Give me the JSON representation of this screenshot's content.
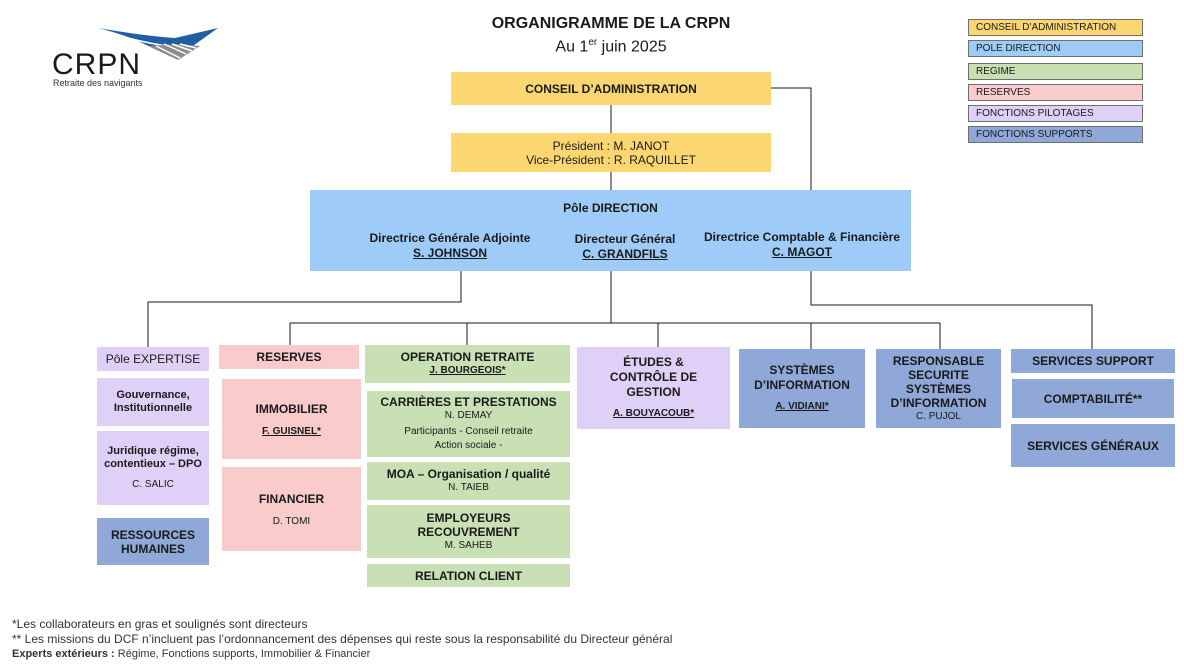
{
  "header": {
    "title": "ORGANIGRAMME DE LA CRPN",
    "date_prefix": "Au 1",
    "date_sup": "er",
    "date_suffix": " juin 2025"
  },
  "logo": {
    "text": "CRPN",
    "tagline": "Retraite des navigants",
    "colors": [
      "#1f5fa6",
      "#8c8c8c"
    ]
  },
  "legend": [
    {
      "label": "CONSEIL D'ADMINISTRATION",
      "color": "#fcd670"
    },
    {
      "label": "POLE DIRECTION",
      "color": "#9ecbf8"
    },
    {
      "label": "REGIME",
      "color": "#c8e0b4"
    },
    {
      "label": "RESERVES",
      "color": "#f9cbcb"
    },
    {
      "label": "FONCTIONS PILOTAGES",
      "color": "#dfd0f7"
    },
    {
      "label": "FONCTIONS SUPPORTS",
      "color": "#8fa8d8"
    }
  ],
  "board": {
    "title": "CONSEIL D’ADMINISTRATION",
    "president": "Président : M. JANOT",
    "vice_president": "Vice-Président : R. RAQUILLET"
  },
  "direction": {
    "title": "Pôle DIRECTION",
    "left_role": "Directrice Générale Adjointe",
    "left_name": "S. JOHNSON",
    "center_role": "Directeur Général",
    "center_name": "C. GRANDFILS",
    "right_role": "Directrice Comptable & Financière",
    "right_name": "C. MAGOT"
  },
  "expertise": {
    "title": "Pôle EXPERTISE",
    "gouvernance": "Gouvernance, Institutionnelle",
    "juridique": "Juridique régime, contentieux – DPO",
    "juridique_person": "C. SALIC",
    "rh": "RESSOURCES HUMAINES"
  },
  "reserves": {
    "title": "RESERVES",
    "immobilier": "IMMOBILIER",
    "immobilier_person": "F. GUISNEL*",
    "financier": "FINANCIER",
    "financier_person": "D. TOMI"
  },
  "regime": {
    "operation_title": "OPERATION RETRAITE",
    "operation_person": "J. BOURGEOIS*",
    "carrieres_title": "CARRIÈRES ET PRESTATIONS",
    "carrieres_person": "N. DEMAY",
    "carrieres_line1": "Participants - Conseil retraite",
    "carrieres_line2": "Action sociale -",
    "moa_title": "MOA – Organisation / qualité",
    "moa_person": "N. TAIEB",
    "employeurs_title": "EMPLOYEURS RECOUVREMENT",
    "employeurs_person": "M. SAHEB",
    "relation_title": "RELATION CLIENT"
  },
  "etudes": {
    "title": "ÉTUDES & CONTRÔLE DE GESTION",
    "person": "A. BOUYACOUB*"
  },
  "systemes": {
    "title": "SYSTÈMES D’INFORMATION",
    "person": "A. VIDIANI*"
  },
  "securite": {
    "title": "RESPONSABLE SECURITE SYSTÈMES D’INFORMATION",
    "person": "C. PUJOL"
  },
  "support": {
    "services_support": "SERVICES SUPPORT",
    "comptabilite": "COMPTABILITÉ**",
    "services_generaux": "SERVICES GÉNÉRAUX"
  },
  "footnotes": {
    "note1": "*Les collaborateurs en gras et soulignés sont directeurs",
    "note2": "** Les missions du DCF n’incluent pas l’ordonnancement des dépenses qui reste sous la responsabilité du Directeur général",
    "note3_bold": "Experts extérieurs : ",
    "note3_rest": "Régime, Fonctions supports, Immobilier & Financier"
  }
}
